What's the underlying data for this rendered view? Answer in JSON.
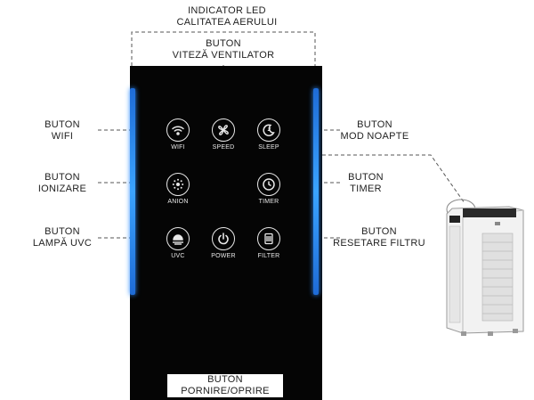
{
  "labels": {
    "led_indicator": [
      "INDICATOR LED",
      "CALITATEA AERULUI"
    ],
    "fan_speed": [
      "BUTON",
      "VITEZĂ VENTILATOR"
    ],
    "wifi": [
      "BUTON",
      "WIFI"
    ],
    "ionizer": [
      "BUTON",
      "IONIZARE"
    ],
    "uvc": [
      "BUTON",
      "LAMPĂ UVC"
    ],
    "night_mode": [
      "BUTON",
      "MOD NOAPTE"
    ],
    "timer": [
      "BUTON",
      "TIMER"
    ],
    "filter_reset": [
      "BUTON",
      "RESETARE FILTRU"
    ],
    "power": [
      "BUTON",
      "PORNIRE/OPRIRE"
    ]
  },
  "buttons": {
    "wifi": "WIFI",
    "speed": "SPEED",
    "sleep": "SLEEP",
    "anion": "ANION",
    "timer": "TIMER",
    "uvc": "UVC",
    "power": "POWER",
    "filter": "FILTER"
  },
  "colors": {
    "panel": "#050505",
    "led": "#2f8cff",
    "icon": "#e8e8e8"
  }
}
